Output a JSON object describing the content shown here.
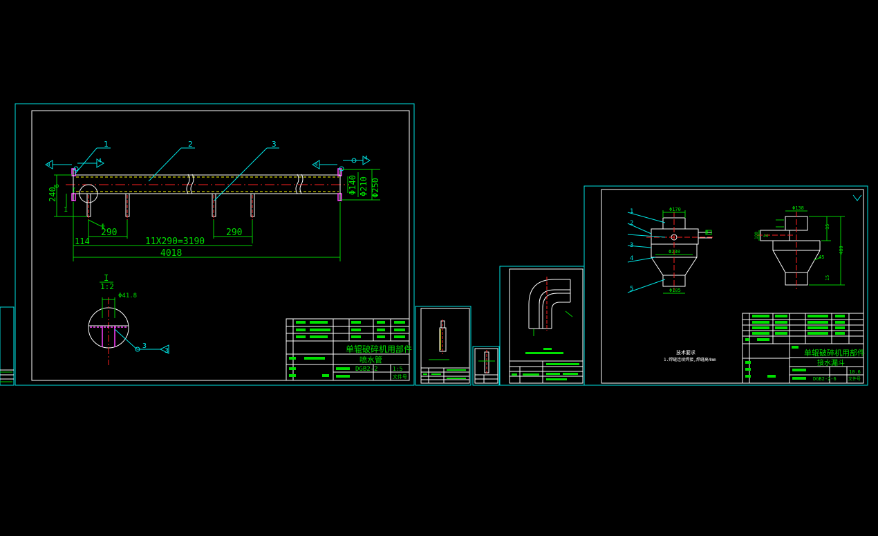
{
  "colors": {
    "background": "#000000",
    "frame": "#00e5e5",
    "outline": "#ffffff",
    "dimension": "#00d200",
    "centerline": "#ff2020",
    "weld": "#ffff00",
    "flange": "#ff40ff"
  },
  "sheet1": {
    "balloons": [
      "1",
      "2",
      "3"
    ],
    "weld_marks": [
      "4",
      "4",
      "4",
      "4"
    ],
    "dims": {
      "left_height": "240",
      "left_small": "6",
      "left_small2": "1",
      "d140": "Φ140",
      "d210": "Φ210",
      "d250": "Φ250",
      "start": "114",
      "pitch_left": "290",
      "pitch_right": "290",
      "pattern": "11X290=3190",
      "overall": "4018",
      "phi_small": "Φ",
      "ref_i": "I"
    },
    "detail": {
      "label": "I",
      "scale": "1:2",
      "dia": "Φ41.8",
      "weld_a": "3",
      "weld_b": "3"
    },
    "title": {
      "project": "单辊破碎机用部件",
      "part": "喷水管",
      "scale": "1:5",
      "code": "DGB2-2",
      "rev": "文件号"
    }
  },
  "sheet4": {
    "balloons": [
      "1",
      "2",
      "3",
      "4",
      "5"
    ],
    "dims": {
      "top_w": "Φ170",
      "mid": "Φ230",
      "bot": "Φ105",
      "side_r": "Φ",
      "pipe": "Φ60",
      "r_top": "Φ138",
      "r_h1": "15",
      "r_h2": "15",
      "r_total": "480",
      "r_angle": "45",
      "r_small": "100",
      "r_small2": "44"
    },
    "note_title": "技术要求",
    "note_body": "1.焊缝连续焊接,焊缝高4mm",
    "title": {
      "project": "单辊破碎机用部件",
      "part": "接水漏斗",
      "scale": "10.6",
      "code": "DGB2-2-6",
      "rev": "文件号"
    }
  }
}
